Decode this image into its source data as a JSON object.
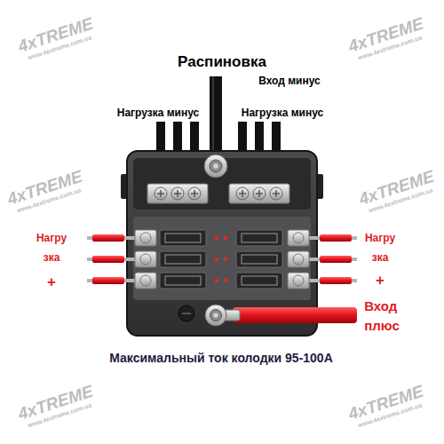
{
  "diagram": {
    "title": "Распиновка",
    "caption": "Максимальный ток колодки 95-100А",
    "labels": [
      "Вход минус",
      "Нагрузка минус",
      "Нагрузка минус",
      "Нагру зка",
      "+",
      "Нагру зка",
      "+",
      "Вход плюс",
      "4xTREME",
      "www.4extreme.com.ua",
      "4xTREME",
      "www.4extreme.com.ua",
      "4xTREME",
      "www.4extreme.com.ua",
      "4xTREME",
      "www.4extreme.com.ua",
      "4xTREME",
      "www.4extreme.com.ua",
      "4xTREME",
      "www.4extreme.com.ua"
    ]
  }
}
